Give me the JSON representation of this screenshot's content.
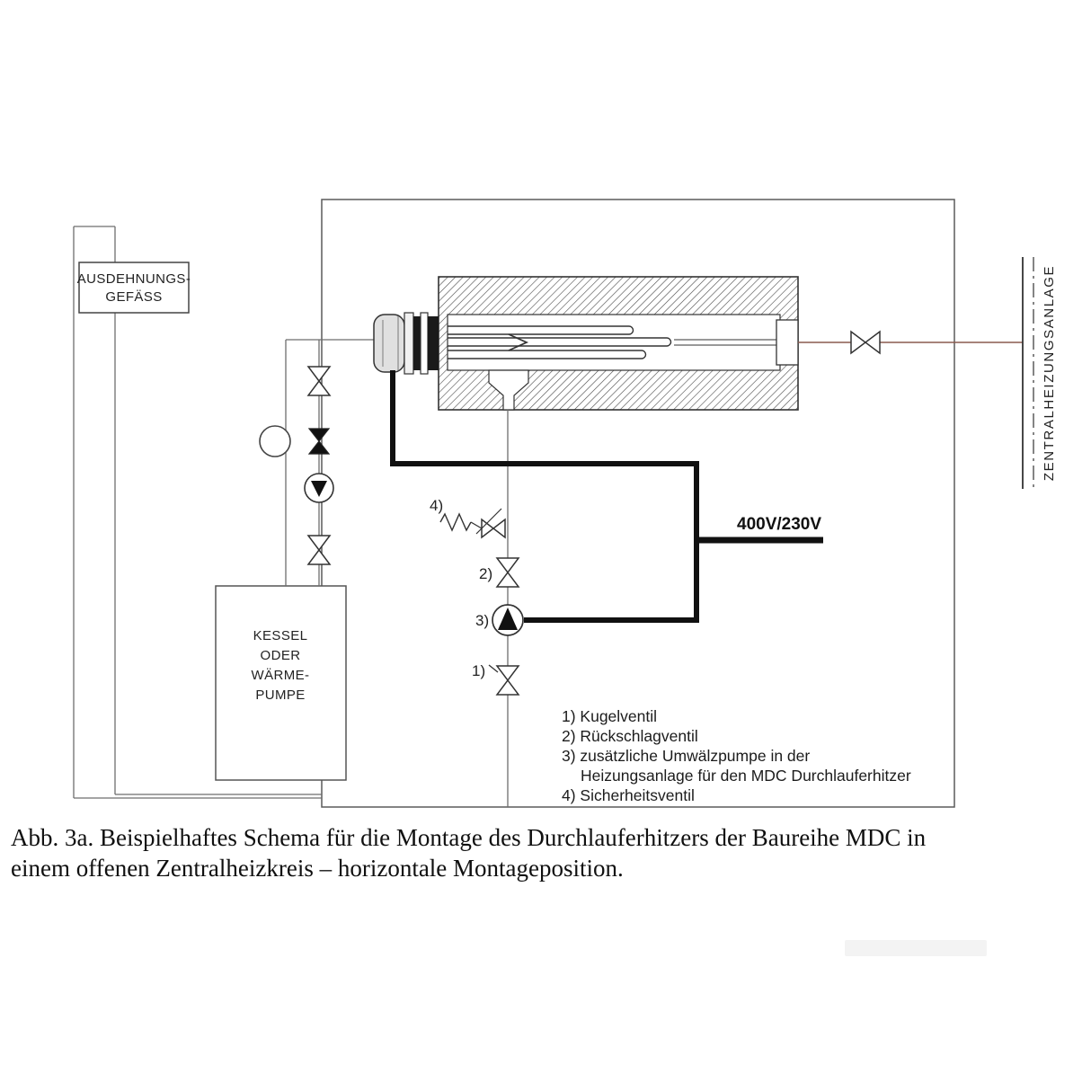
{
  "diagram": {
    "vessel_label_1": "AUSDEHNUNGS-",
    "vessel_label_2": "GEFÄSS",
    "boiler_label_1": "KESSEL",
    "boiler_label_2": "ODER",
    "boiler_label_3": "WÄRME-",
    "boiler_label_4": "PUMPE",
    "wall_label": "ZENTRALHEIZUNGSANLAGE",
    "power_label": "400V/230V",
    "marker_1": "1)",
    "marker_2": "2)",
    "marker_3": "3)",
    "marker_4": "4)",
    "legend_1": "1) Kugelventil",
    "legend_2": "2) Rückschlagventil",
    "legend_3": "3) zusätzliche Umwälzpumpe in der",
    "legend_3b": "Heizungsanlage für den MDC Durchlauferhitzer",
    "legend_4": "4) Sicherheitsventil",
    "caption_1": "Abb. 3a. Beispielhaftes Schema für die Montage des Durchlauferhitzers der Baureihe MDC in",
    "caption_2": "einem offenen Zentralheizkreis – horizontale Montageposition.",
    "colors": {
      "line": "#4d4d4d",
      "hot_pipe": "#8a5a4e",
      "power_line": "#111111"
    }
  }
}
